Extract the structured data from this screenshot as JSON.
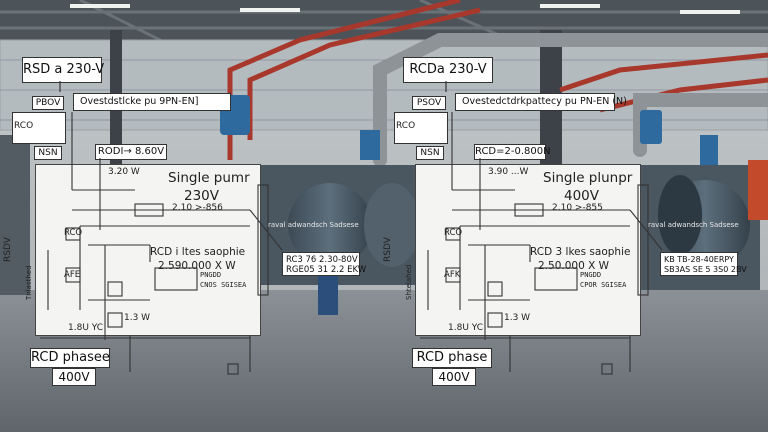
{
  "left": {
    "title_tag": "RSD a 230-V",
    "overcurrent_note": "Ovestdstlcke pu 9PN-EN]",
    "box_top": "PBOV",
    "box_mid": "RCO",
    "box_bot": "NSN",
    "rcd_label": "RODI→ 8.60V",
    "heading_line1": "Single pumr",
    "heading_line2": "230V",
    "val_top": "3.20 W",
    "val_mid": "2.10 >-856",
    "side_tag": "RSDV",
    "side_tag2": "Tnlasthed",
    "rco": "RCO",
    "afk": "AFE",
    "rcd_spec_line1": "RCD i ltes saophie",
    "rcd_spec_line2": "2.590.000 X W",
    "table_line1": "PNGDD",
    "table_line2": "CNOS SGISEA",
    "rating_line1": "RC3 76 2.30-80V",
    "rating_line2": "RGE05 31 2.2 EKW",
    "inline_note": "raval adwandsch Sadsese",
    "volt_tag": "1.3 W",
    "volt_bottom": "1.8U YC",
    "bottom_tag1": "RCD phasee",
    "bottom_tag2": "400V"
  },
  "right": {
    "title_tag": "RCDa 230-V",
    "overcurrent_note": "Ovestedctdrkpattecy pu PN-EN (N)",
    "box_top": "PSOV",
    "box_mid": "RCO",
    "box_bot": "NSN",
    "rcd_label": "RCD=2-0.800N",
    "heading_line1": "Single plunpr",
    "heading_line2": "400V",
    "val_top": "3.90 ...W",
    "val_mid": "2.10 >-855",
    "side_tag": "RSDV",
    "side_tag2": "Shtelahed",
    "rco": "RCO",
    "afk": "AFK",
    "rcd_spec_line1": "RCD 3 lkes saophie",
    "rcd_spec_line2": "2.50.000 X W",
    "table_line1": "PNGDD",
    "table_line2": "CPOR SGISEA",
    "rating_line1": "KB TB-28-40ERPY",
    "rating_line2": "SB3AS SE 5 3S0 2BV",
    "inline_note": "raval adwandsch Sadsese",
    "volt_tag": "1.3 W",
    "volt_bottom": "1.8U YC",
    "bottom_tag1": "RCD phase",
    "bottom_tag2": "400V"
  },
  "colors": {
    "pipe_red": "#a8372c",
    "equipment_blue": "#2e6a9e",
    "panel_bg": "#f4f4f2"
  }
}
